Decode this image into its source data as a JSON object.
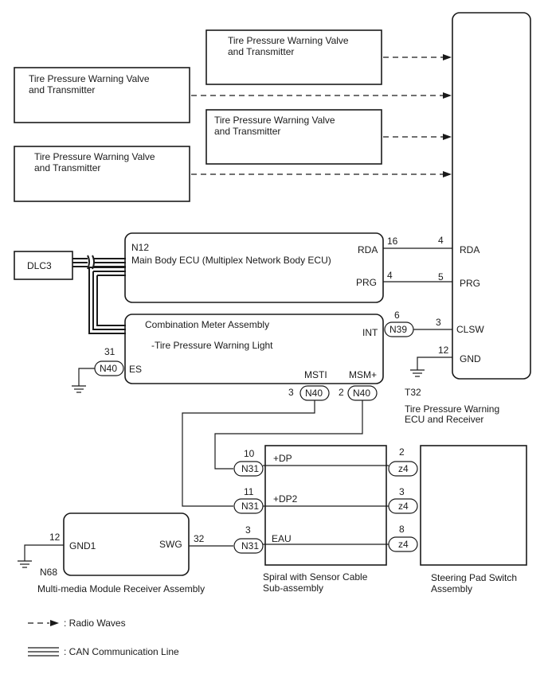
{
  "transmitters": [
    {
      "line1": "Tire Pressure Warning Valve",
      "line2": "and Transmitter"
    },
    {
      "line1": "Tire Pressure Warning Valve",
      "line2": "and Transmitter"
    },
    {
      "line1": "Tire Pressure Warning Valve",
      "line2": "and Transmitter"
    },
    {
      "line1": "Tire Pressure Warning Valve",
      "line2": "and Transmitter"
    }
  ],
  "dlc3": {
    "label": "DLC3"
  },
  "main_body_ecu": {
    "code": "N12",
    "name": "Main Body ECU (Multiplex Network Body ECU)",
    "rda_label": "RDA",
    "rda_pin": "16",
    "prg_label": "PRG",
    "prg_pin": "4"
  },
  "combination_meter": {
    "name": "Combination Meter Assembly",
    "sub": "-Tire  Pressure Warning Light",
    "int_label": "INT",
    "int_pin": "6",
    "int_conn": "N39",
    "es_label": "ES",
    "es_pin": "31",
    "es_conn": "N40",
    "msti_label": "MSTI",
    "msti_pin": "3",
    "msti_conn": "N40",
    "msm_label": "MSM+",
    "msm_pin": "2",
    "msm_conn": "N40"
  },
  "receiver": {
    "code": "T32",
    "name_line1": "Tire Pressure Warning",
    "name_line2": "ECU and Receiver",
    "rda_label": "RDA",
    "rda_pin": "4",
    "prg_label": "PRG",
    "prg_pin": "5",
    "clsw_label": "CLSW",
    "clsw_pin": "3",
    "gnd_label": "GND",
    "gnd_pin": "12"
  },
  "spiral": {
    "name_line1": "Spiral with Sensor Cable",
    "name_line2": "Sub-assembly",
    "dp_label": "+DP",
    "dp_pin": "10",
    "dp_conn": "N31",
    "dp2_label": "+DP2",
    "dp2_pin": "11",
    "dp2_conn": "N31",
    "eau_label": "EAU",
    "eau_pin": "3",
    "eau_conn": "N31",
    "z4_pin1": "2",
    "z4_pin2": "3",
    "z4_pin3": "8",
    "z4_conn": "z4"
  },
  "steering_switch": {
    "name_line1": "Steering Pad Switch",
    "name_line2": "Assembly"
  },
  "multimedia": {
    "code": "N68",
    "name": "Multi-media Module Receiver Assembly",
    "gnd1_label": "GND1",
    "gnd1_pin": "12",
    "swg_label": "SWG",
    "swg_pin": "32"
  },
  "legend": {
    "radio": ": Radio Waves",
    "can": ": CAN Communication Line"
  }
}
